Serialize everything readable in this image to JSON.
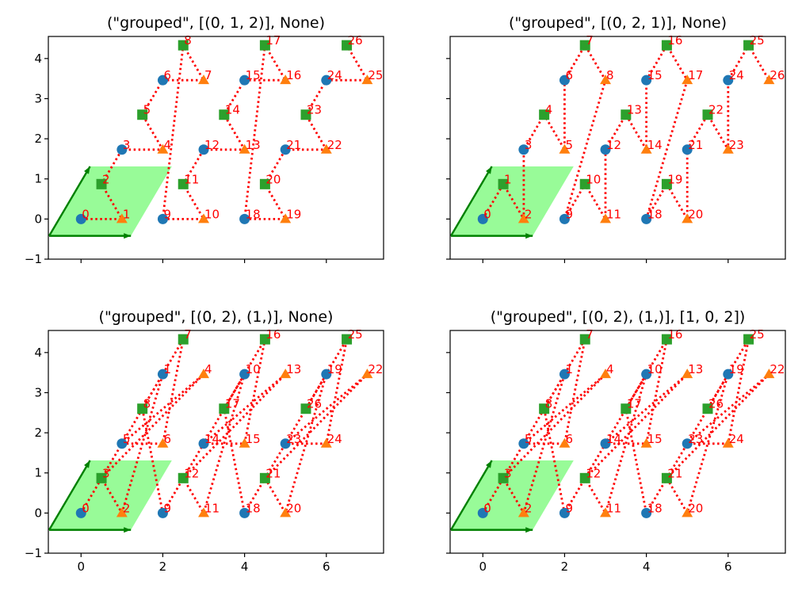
{
  "chart_data": [
    {
      "type": "scatter",
      "title": "(\"grouped\", [(0, 1, 2)], None)",
      "xlim": [
        -0.8,
        7.4
      ],
      "ylim": [
        -1,
        4.55
      ],
      "xticks": [
        0,
        2,
        4,
        6
      ],
      "yticks": [
        -1,
        0,
        1,
        2,
        3,
        4
      ],
      "show_xticklabels": false,
      "show_yticklabels": true,
      "order": [
        0,
        1,
        2,
        3,
        4,
        5,
        6,
        7,
        8,
        9,
        10,
        11,
        12,
        13,
        14,
        15,
        16,
        17,
        18,
        19,
        20,
        21,
        22,
        23,
        24,
        25,
        26
      ]
    },
    {
      "type": "scatter",
      "title": "(\"grouped\", [(0, 2, 1)], None)",
      "xlim": [
        -0.8,
        7.4
      ],
      "ylim": [
        -1,
        4.55
      ],
      "xticks": [
        0,
        2,
        4,
        6
      ],
      "yticks": [
        -1,
        0,
        1,
        2,
        3,
        4
      ],
      "show_xticklabels": false,
      "show_yticklabels": false,
      "order": [
        0,
        2,
        1,
        3,
        5,
        4,
        6,
        8,
        7,
        9,
        11,
        10,
        12,
        14,
        13,
        15,
        17,
        16,
        18,
        20,
        19,
        21,
        23,
        22,
        24,
        26,
        25
      ]
    },
    {
      "type": "scatter",
      "title": "(\"grouped\", [(0, 2), (1,)], None)",
      "xlim": [
        -0.8,
        7.4
      ],
      "ylim": [
        -1,
        4.55
      ],
      "xticks": [
        0,
        2,
        4,
        6
      ],
      "yticks": [
        -1,
        0,
        1,
        2,
        3,
        4
      ],
      "show_xticklabels": true,
      "show_yticklabels": true,
      "order": [
        0,
        6,
        1,
        2,
        7,
        3,
        4,
        8,
        5,
        9,
        15,
        10,
        11,
        16,
        12,
        13,
        17,
        14,
        18,
        24,
        19,
        20,
        25,
        21,
        22,
        26,
        23
      ]
    },
    {
      "type": "scatter",
      "title": "(\"grouped\", [(0, 2), (1,)], [1, 0, 2])",
      "xlim": [
        -0.8,
        7.4
      ],
      "ylim": [
        -1,
        4.55
      ],
      "xticks": [
        0,
        2,
        4,
        6
      ],
      "yticks": [
        -1,
        0,
        1,
        2,
        3,
        4
      ],
      "show_xticklabels": true,
      "show_yticklabels": false,
      "order": [
        0,
        6,
        1,
        2,
        7,
        3,
        4,
        8,
        5,
        9,
        15,
        10,
        11,
        16,
        12,
        13,
        17,
        14,
        18,
        24,
        19,
        20,
        25,
        21,
        22,
        26,
        23
      ]
    }
  ],
  "lattice": {
    "points": [
      {
        "x": 0,
        "y": 0,
        "t": 0
      },
      {
        "x": 1,
        "y": 0,
        "t": 1
      },
      {
        "x": 0.5,
        "y": 0.87,
        "t": 2
      },
      {
        "x": 1,
        "y": 1.73,
        "t": 0
      },
      {
        "x": 2,
        "y": 1.73,
        "t": 1
      },
      {
        "x": 1.5,
        "y": 2.6,
        "t": 2
      },
      {
        "x": 2,
        "y": 3.46,
        "t": 0
      },
      {
        "x": 3,
        "y": 3.46,
        "t": 1
      },
      {
        "x": 2.5,
        "y": 4.33,
        "t": 2
      },
      {
        "x": 2,
        "y": 0,
        "t": 0
      },
      {
        "x": 3,
        "y": 0,
        "t": 1
      },
      {
        "x": 2.5,
        "y": 0.87,
        "t": 2
      },
      {
        "x": 3,
        "y": 1.73,
        "t": 0
      },
      {
        "x": 4,
        "y": 1.73,
        "t": 1
      },
      {
        "x": 3.5,
        "y": 2.6,
        "t": 2
      },
      {
        "x": 4,
        "y": 3.46,
        "t": 0
      },
      {
        "x": 5,
        "y": 3.46,
        "t": 1
      },
      {
        "x": 4.5,
        "y": 4.33,
        "t": 2
      },
      {
        "x": 4,
        "y": 0,
        "t": 0
      },
      {
        "x": 5,
        "y": 0,
        "t": 1
      },
      {
        "x": 4.5,
        "y": 0.87,
        "t": 2
      },
      {
        "x": 5,
        "y": 1.73,
        "t": 0
      },
      {
        "x": 6,
        "y": 1.73,
        "t": 1
      },
      {
        "x": 5.5,
        "y": 2.6,
        "t": 2
      },
      {
        "x": 6,
        "y": 3.46,
        "t": 0
      },
      {
        "x": 7,
        "y": 3.46,
        "t": 1
      },
      {
        "x": 6.5,
        "y": 4.33,
        "t": 2
      }
    ],
    "cell": [
      [
        -0.78,
        -0.42
      ],
      [
        1.22,
        -0.42
      ],
      [
        2.22,
        1.31
      ],
      [
        0.22,
        1.31
      ]
    ],
    "vector_a": [
      [
        -0.78,
        -0.42
      ],
      [
        1.22,
        -0.42
      ]
    ],
    "vector_b": [
      [
        -0.78,
        -0.42
      ],
      [
        0.22,
        1.31
      ]
    ]
  },
  "colors": {
    "type0": "#1f77b4",
    "type1": "#ff7f0e",
    "type2": "#2ca02c",
    "path": "#ff0000",
    "label": "#ff0000",
    "cell_fill": "#98fb98",
    "vector": "#008000",
    "axes": "#000000"
  }
}
